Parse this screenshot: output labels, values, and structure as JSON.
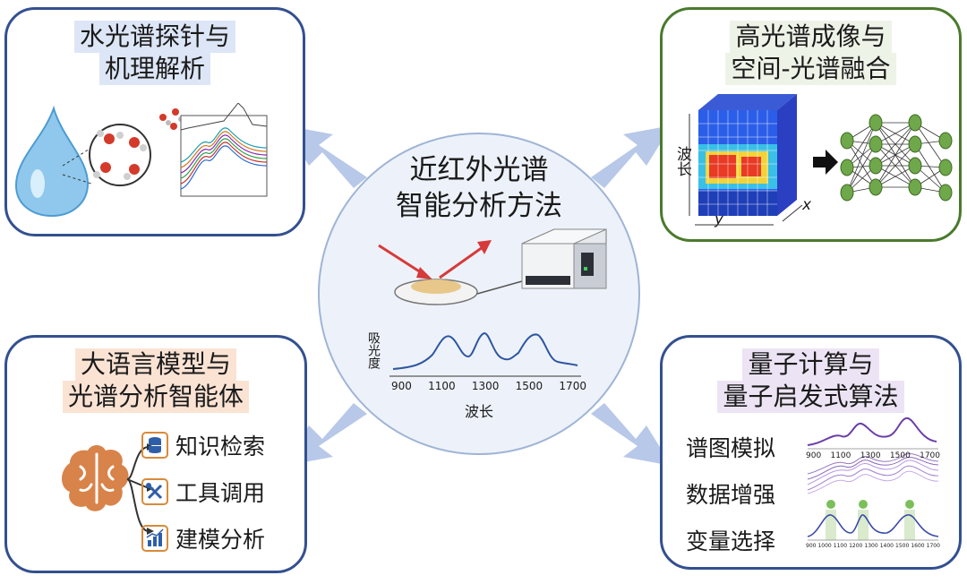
{
  "center": {
    "title_line1": "近红外光谱",
    "title_line2": "智能分析方法",
    "spectrum": {
      "ylabel": "吸光度",
      "xlabel": "波长",
      "xticks": [
        "900",
        "1100",
        "1300",
        "1500",
        "1700"
      ]
    }
  },
  "panel_water": {
    "title_line1": "水光谱探针与",
    "title_line2": "机理解析"
  },
  "panel_hyper": {
    "title_line1": "高光谱成像与",
    "title_line2": "空间-光谱融合",
    "axis_wavelength": "波长",
    "axis_y": "y",
    "axis_x": "x"
  },
  "panel_llm": {
    "title_line1": "大语言模型与",
    "title_line2": "光谱分析智能体",
    "items": [
      {
        "label": "知识检索",
        "icon": "database-icon"
      },
      {
        "label": "工具调用",
        "icon": "tools-icon"
      },
      {
        "label": "建模分析",
        "icon": "bar-chart-icon"
      }
    ]
  },
  "panel_quantum": {
    "title_line1": "量子计算与",
    "title_line2": "量子启发式算法",
    "rows": [
      {
        "label": "谱图模拟",
        "ticks": [
          "900",
          "1100",
          "1300",
          "1500",
          "1700"
        ]
      },
      {
        "label": "数据增强"
      },
      {
        "label": "变量选择",
        "ticks": [
          "900",
          "1000",
          "1100",
          "1200",
          "1300",
          "1400",
          "1500",
          "1600",
          "1700"
        ]
      }
    ]
  },
  "colors": {
    "panel_border_blue": "#33508f",
    "panel_border_green": "#4a7a2c",
    "center_fill": "#edf2fa",
    "spectrum_line": "#2f56a0",
    "laser_red": "#d63a3a"
  }
}
